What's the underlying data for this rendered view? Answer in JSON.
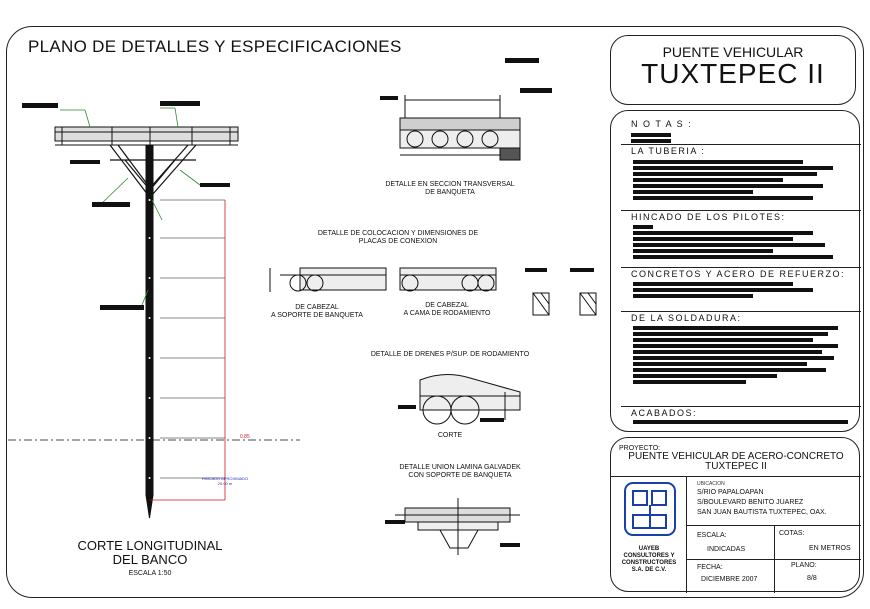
{
  "sheet_title": "PLANO DE DETALLES Y ESPECIFICACIONES",
  "project_box": {
    "line1": "PUENTE VEHICULAR",
    "line2": "TUXTEPEC II"
  },
  "notes": {
    "header": "N O T A S :",
    "sections": [
      "LA TUBERIA :",
      "HINCADO DE LOS PILOTES:",
      "CONCRETOS Y ACERO DE REFUERZO:",
      "DE LA SOLDADURA:",
      "ACABADOS:"
    ]
  },
  "title_block": {
    "proyecto_label": "PROYECTO:",
    "proyecto_line1": "PUENTE VEHICULAR DE ACERO-CONCRETO",
    "proyecto_line2": "TUXTEPEC II",
    "ubicacion_label": "UBICACION",
    "ubicacion_lines": [
      "S/RIO PAPALOAPAN",
      "S/BOULEVARD BENITO JUAREZ",
      "SAN JUAN BAUTISTA TUXTEPEC, OAX."
    ],
    "company": [
      "UAYEB",
      "CONSULTORES Y",
      "CONSTRUCTORES",
      "S.A. DE C.V."
    ],
    "escala_label": "ESCALA:",
    "escala_value": "INDICADAS",
    "cotas_label": "COTAS:",
    "cotas_value": "EN METROS",
    "fecha_label": "FECHA:",
    "fecha_value": "DICIEMBRE 2007",
    "plano_label": "PLANO:",
    "plano_value": "8/8"
  },
  "details": {
    "seccion_transversal": [
      "DETALLE EN SECCION TRANSVERSAL",
      "DE BANQUETA"
    ],
    "colocacion": [
      "DETALLE DE COLOCACION  Y DIMENSIONES DE",
      "PLACAS DE CONEXION"
    ],
    "cabezal_banqueta": [
      "DE CABEZAL",
      "A SOPORTE DE BANQUETA"
    ],
    "cabezal_cama": [
      "DE CABEZAL",
      "A CAMA DE RODAMIENTO"
    ],
    "drenes": "DETALLE DE DRENES P/SUP. DE RODAMIENTO",
    "corte": "CORTE",
    "union": [
      "DETALLE UNION LAMINA  GALVADEK",
      "CON SOPORTE DE BANQUETA"
    ],
    "corte_longitudinal": [
      "CORTE LONGITUDINAL",
      "DEL BANCO"
    ],
    "escala": "ESCALA 1:50",
    "hincado": [
      "HINCADO APROXIMADO",
      "20.00 m"
    ],
    "nivel": "0.85"
  }
}
